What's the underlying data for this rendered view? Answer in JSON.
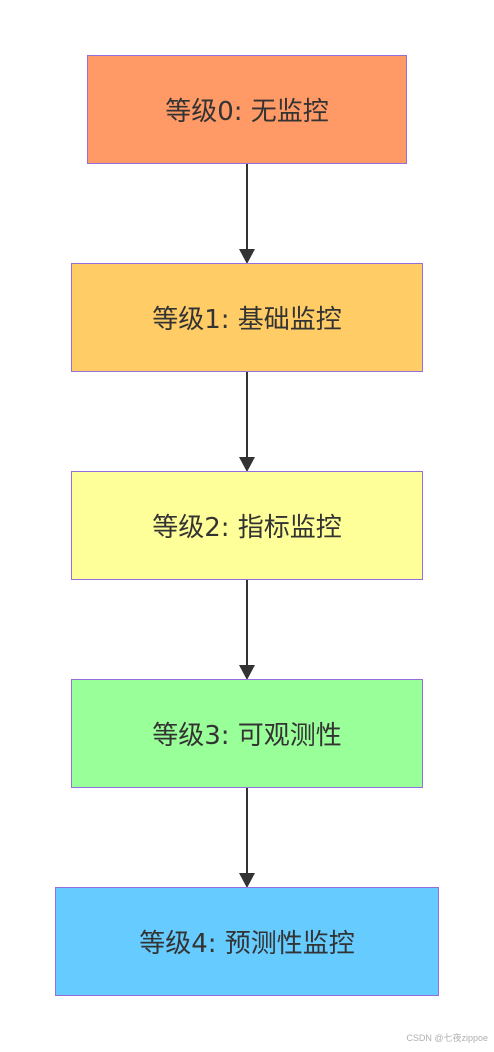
{
  "nodes": [
    {
      "label": "等级0: 无监控",
      "color": "#FF9966"
    },
    {
      "label": "等级1: 基础监控",
      "color": "#FFCC66"
    },
    {
      "label": "等级2: 指标监控",
      "color": "#FFFF99"
    },
    {
      "label": "等级3: 可观测性",
      "color": "#99FF99"
    },
    {
      "label": "等级4: 预测性监控",
      "color": "#66CCFF"
    }
  ],
  "edge_color": "#333333",
  "border_color": "#9370DB",
  "watermark": "CSDN @七夜zippoe"
}
